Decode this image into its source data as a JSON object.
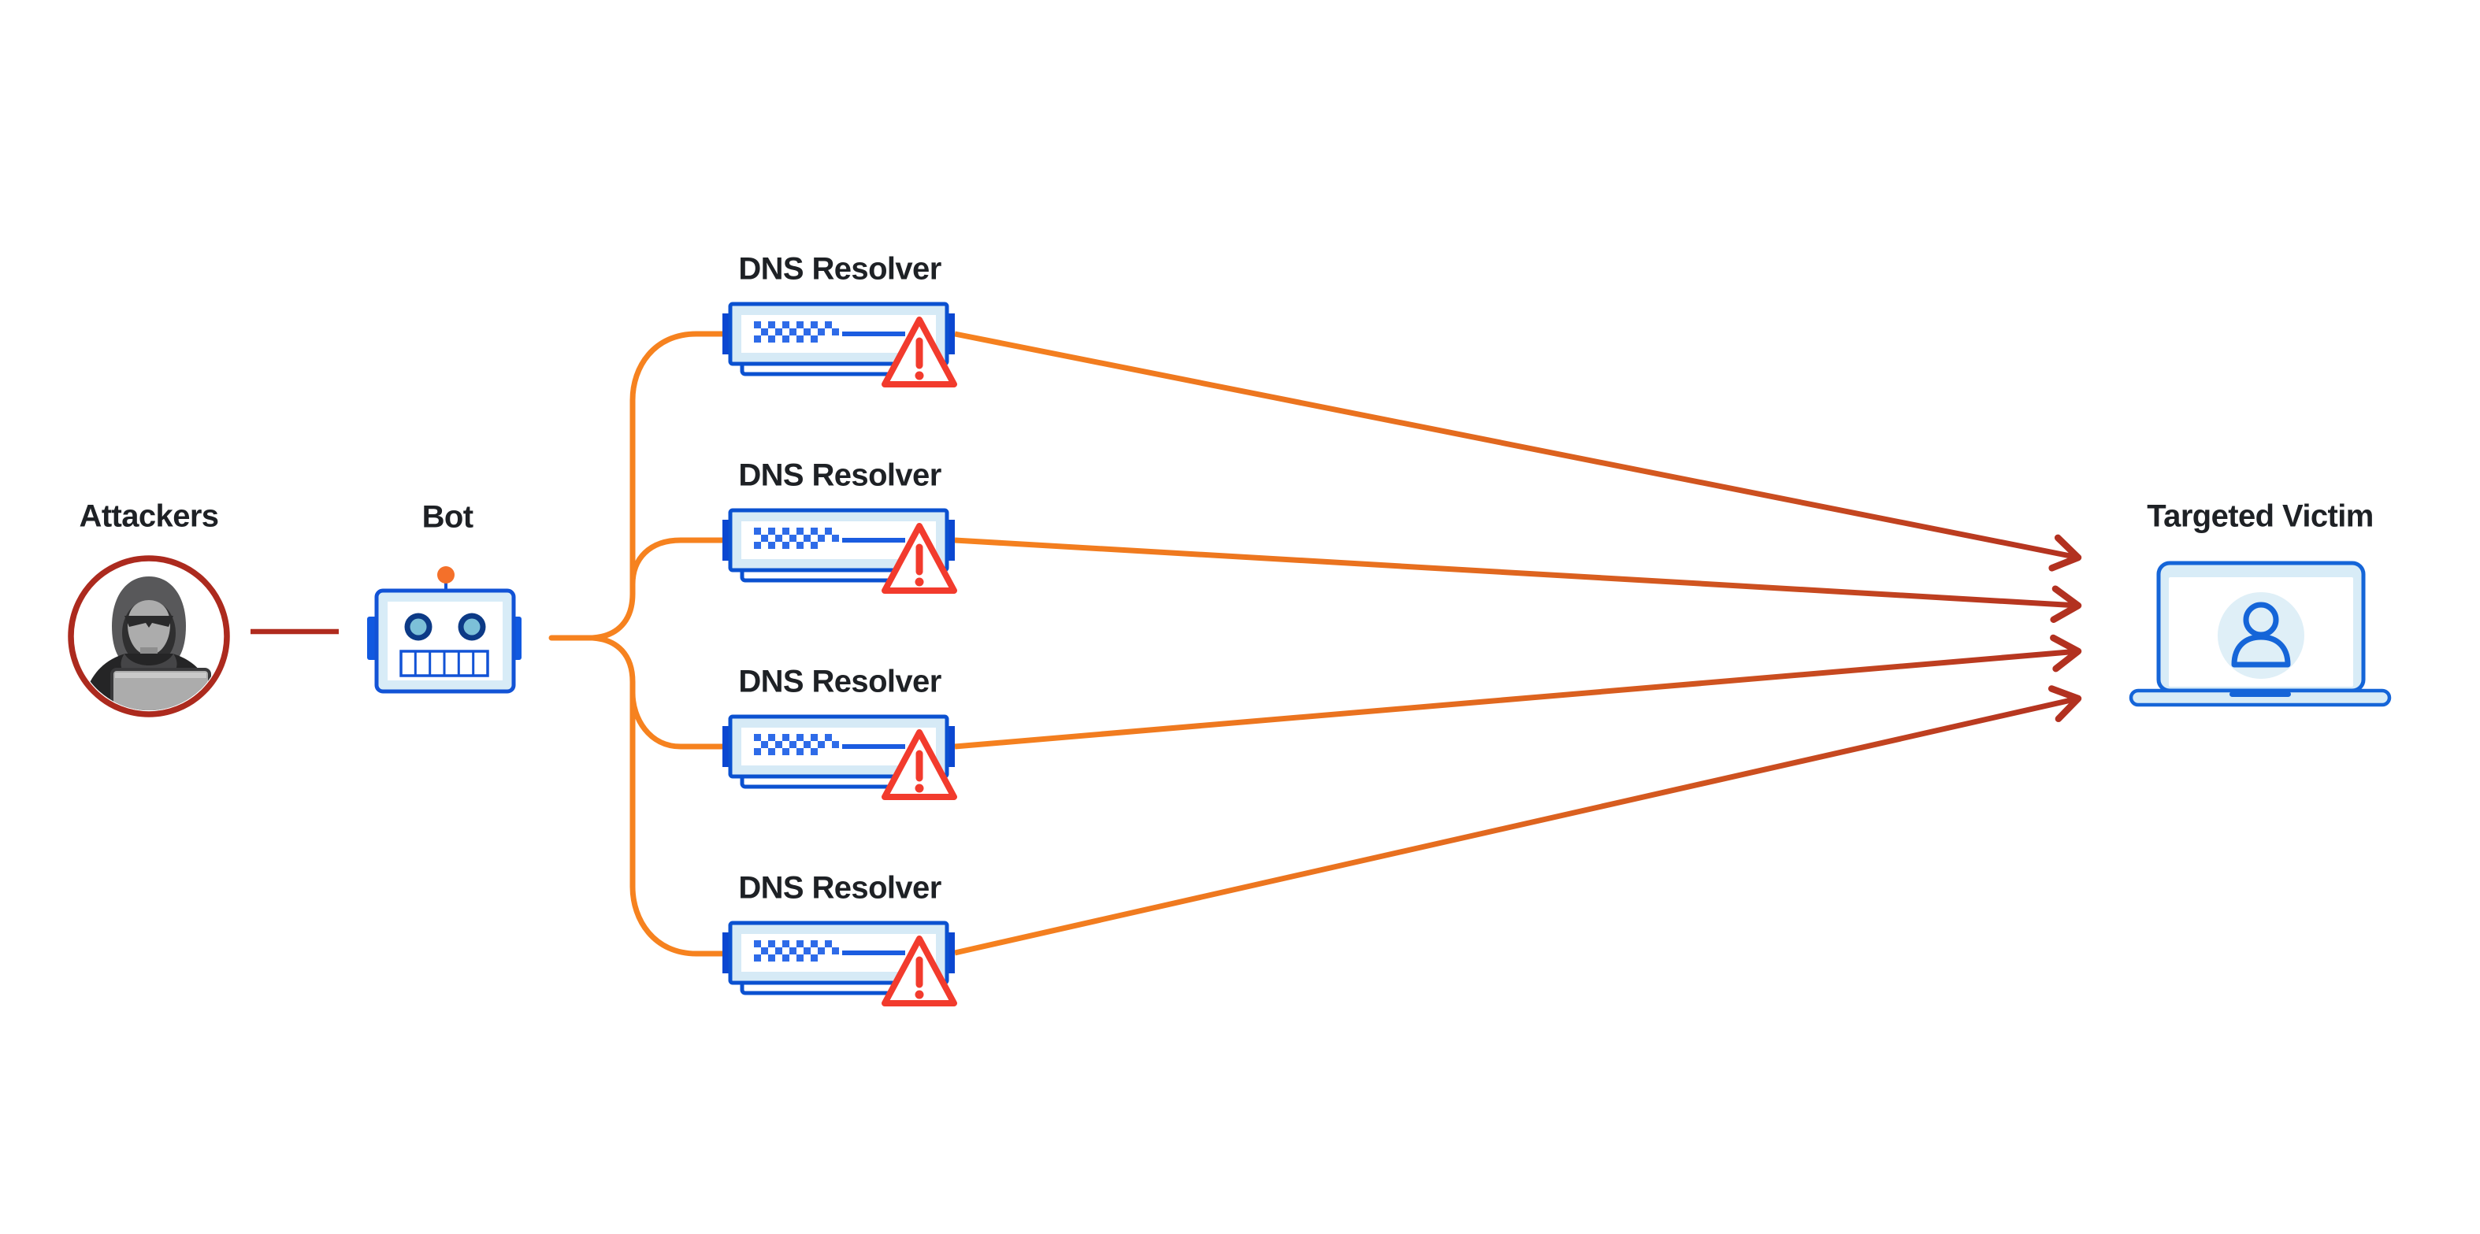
{
  "nodes": {
    "attackers": {
      "label": "Attackers",
      "icon": "hooded-attacker-icon"
    },
    "bot": {
      "label": "Bot",
      "icon": "robot-icon"
    },
    "resolvers": [
      {
        "label": "DNS Resolver",
        "icon": "server-icon",
        "status_icon": "warning-triangle-icon"
      },
      {
        "label": "DNS Resolver",
        "icon": "server-icon",
        "status_icon": "warning-triangle-icon"
      },
      {
        "label": "DNS Resolver",
        "icon": "server-icon",
        "status_icon": "warning-triangle-icon"
      },
      {
        "label": "DNS Resolver",
        "icon": "server-icon",
        "status_icon": "warning-triangle-icon"
      }
    ],
    "victim": {
      "label": "Targeted Victim",
      "icon": "laptop-user-icon"
    }
  },
  "edges": [
    {
      "from": "attackers",
      "to": "bot",
      "style": "solid-line",
      "color": "#B02B1E"
    },
    {
      "from": "bot",
      "to": "resolver-1",
      "style": "curved-line",
      "color": "#F6821F"
    },
    {
      "from": "bot",
      "to": "resolver-2",
      "style": "curved-line",
      "color": "#F6821F"
    },
    {
      "from": "bot",
      "to": "resolver-3",
      "style": "curved-line",
      "color": "#F6821F"
    },
    {
      "from": "bot",
      "to": "resolver-4",
      "style": "curved-line",
      "color": "#F6821F"
    },
    {
      "from": "resolver-1",
      "to": "victim",
      "style": "arrow",
      "gradient": [
        "#F6821F",
        "#B23120"
      ]
    },
    {
      "from": "resolver-2",
      "to": "victim",
      "style": "arrow",
      "gradient": [
        "#F6821F",
        "#B23120"
      ]
    },
    {
      "from": "resolver-3",
      "to": "victim",
      "style": "arrow",
      "gradient": [
        "#F6821F",
        "#B23120"
      ]
    },
    {
      "from": "resolver-4",
      "to": "victim",
      "style": "arrow",
      "gradient": [
        "#F6821F",
        "#B23120"
      ]
    }
  ],
  "colors": {
    "background": "#FFFFFF",
    "orange": "#F6821F",
    "dark_red": "#B02B1E",
    "arrow_red": "#B23120",
    "blue": "#0B51D0",
    "bright_blue": "#1159E0",
    "light_blue": "#D6EAF6",
    "pale_blue": "#DFEFF7",
    "navy": "#0C3A86",
    "cyan": "#7CC0D8",
    "warning_red": "#F23B2D",
    "text": "#1E2125"
  }
}
